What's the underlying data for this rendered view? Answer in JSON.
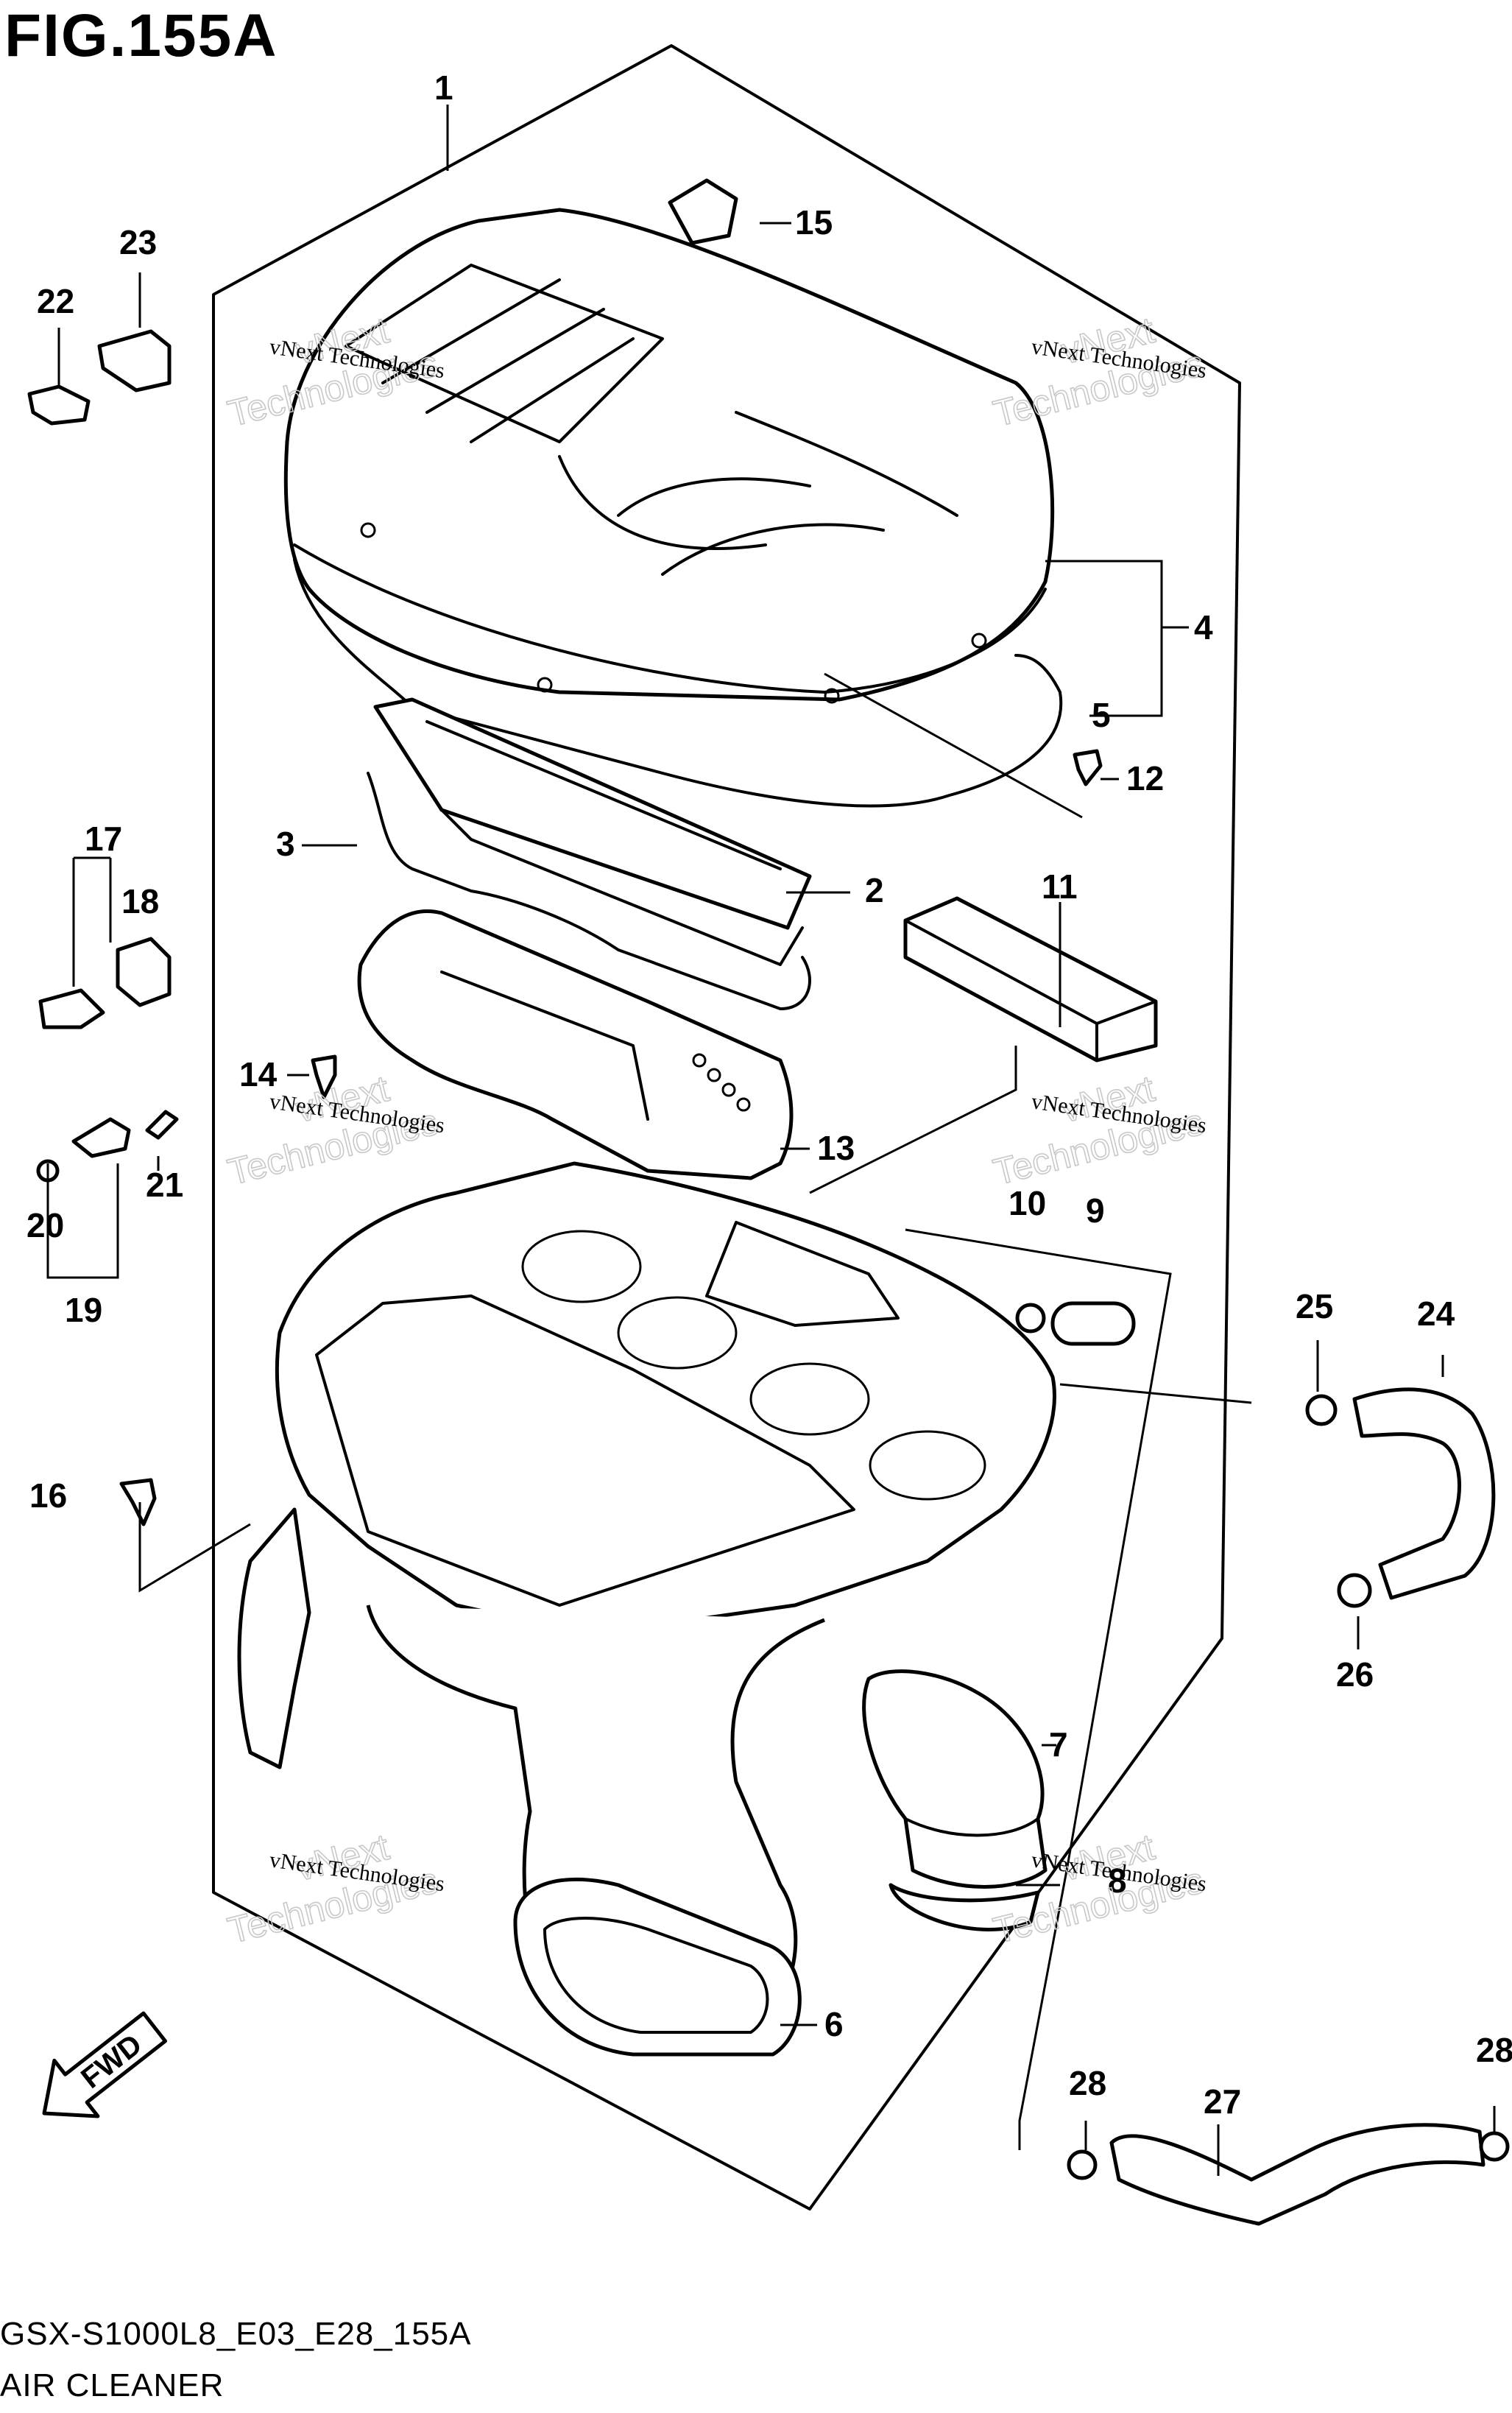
{
  "figure": {
    "title": "FIG.155A",
    "code": "GSX-S1000L8_E03_E28_155A",
    "name": "AIR CLEANER",
    "direction_label": "FWD"
  },
  "watermark": {
    "line1": "vNext",
    "line2": "Technologies",
    "small": "vNext Technologies"
  },
  "callouts": [
    "1",
    "2",
    "3",
    "4",
    "5",
    "6",
    "7",
    "8",
    "9",
    "10",
    "11",
    "12",
    "13",
    "14",
    "15",
    "16",
    "17",
    "18",
    "19",
    "20",
    "21",
    "22",
    "23",
    "24",
    "25",
    "26",
    "27",
    "28",
    "28"
  ]
}
